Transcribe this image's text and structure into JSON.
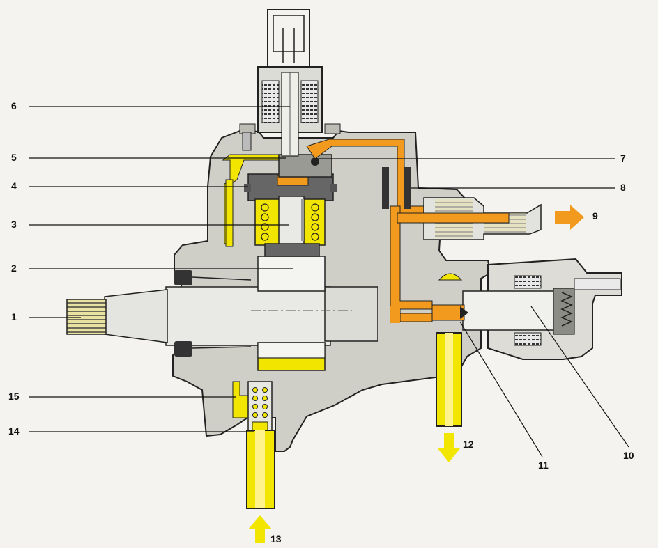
{
  "callouts": [
    "1",
    "2",
    "3",
    "4",
    "5",
    "6",
    "7",
    "8",
    "9",
    "10",
    "11",
    "12",
    "13",
    "14",
    "15"
  ],
  "colors": {
    "paper": "#f4f3ef",
    "housing": "#cfcfc7",
    "housing_dark": "#a9a9a2",
    "low_pressure_fuel": "#f2e600",
    "high_pressure_fuel": "#f29a1e",
    "outline": "#222222"
  }
}
